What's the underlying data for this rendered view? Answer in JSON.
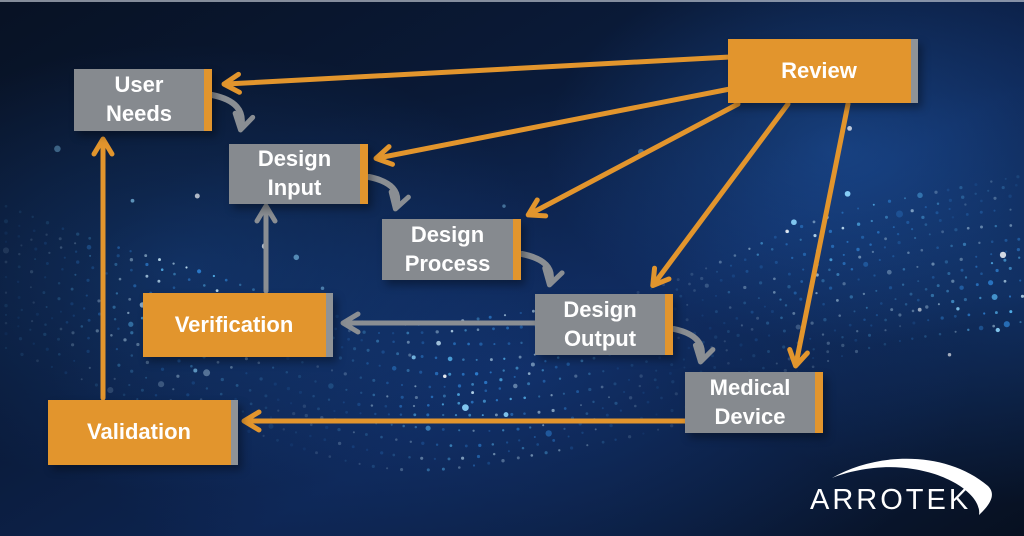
{
  "colors": {
    "accent_orange": "#E2952D",
    "box_gray": "#868A8F",
    "arrow_gray": "#8A8E93",
    "background_navy": "#0A1A38",
    "particle_blue": "#57B8F2",
    "text_white": "#FFFFFF"
  },
  "nodes": {
    "user_needs": {
      "label": "User\nNeeds"
    },
    "design_input": {
      "label": "Design\nInput"
    },
    "design_process": {
      "label": "Design\nProcess"
    },
    "design_output": {
      "label": "Design\nOutput"
    },
    "medical_device": {
      "label": "Medical\nDevice"
    },
    "review": {
      "label": "Review"
    },
    "verification": {
      "label": "Verification"
    },
    "validation": {
      "label": "Validation"
    }
  },
  "edges": [
    {
      "from": "Review",
      "to": "User Needs",
      "color": "orange"
    },
    {
      "from": "Review",
      "to": "Design Input",
      "color": "orange"
    },
    {
      "from": "Review",
      "to": "Design Process",
      "color": "orange"
    },
    {
      "from": "Review",
      "to": "Design Output",
      "color": "orange"
    },
    {
      "from": "Review",
      "to": "Medical Device",
      "color": "orange"
    },
    {
      "from": "User Needs",
      "to": "Design Input",
      "color": "gray",
      "style": "curved"
    },
    {
      "from": "Design Input",
      "to": "Design Process",
      "color": "gray",
      "style": "curved"
    },
    {
      "from": "Design Process",
      "to": "Design Output",
      "color": "gray",
      "style": "curved"
    },
    {
      "from": "Design Output",
      "to": "Medical Device",
      "color": "gray",
      "style": "curved"
    },
    {
      "from": "Design Output",
      "to": "Verification",
      "color": "gray"
    },
    {
      "from": "Verification",
      "to": "Design Input",
      "color": "gray"
    },
    {
      "from": "Medical Device",
      "to": "Validation",
      "color": "orange"
    },
    {
      "from": "Validation",
      "to": "User Needs",
      "color": "orange"
    }
  ],
  "logo": {
    "text": "ARROTEK"
  }
}
